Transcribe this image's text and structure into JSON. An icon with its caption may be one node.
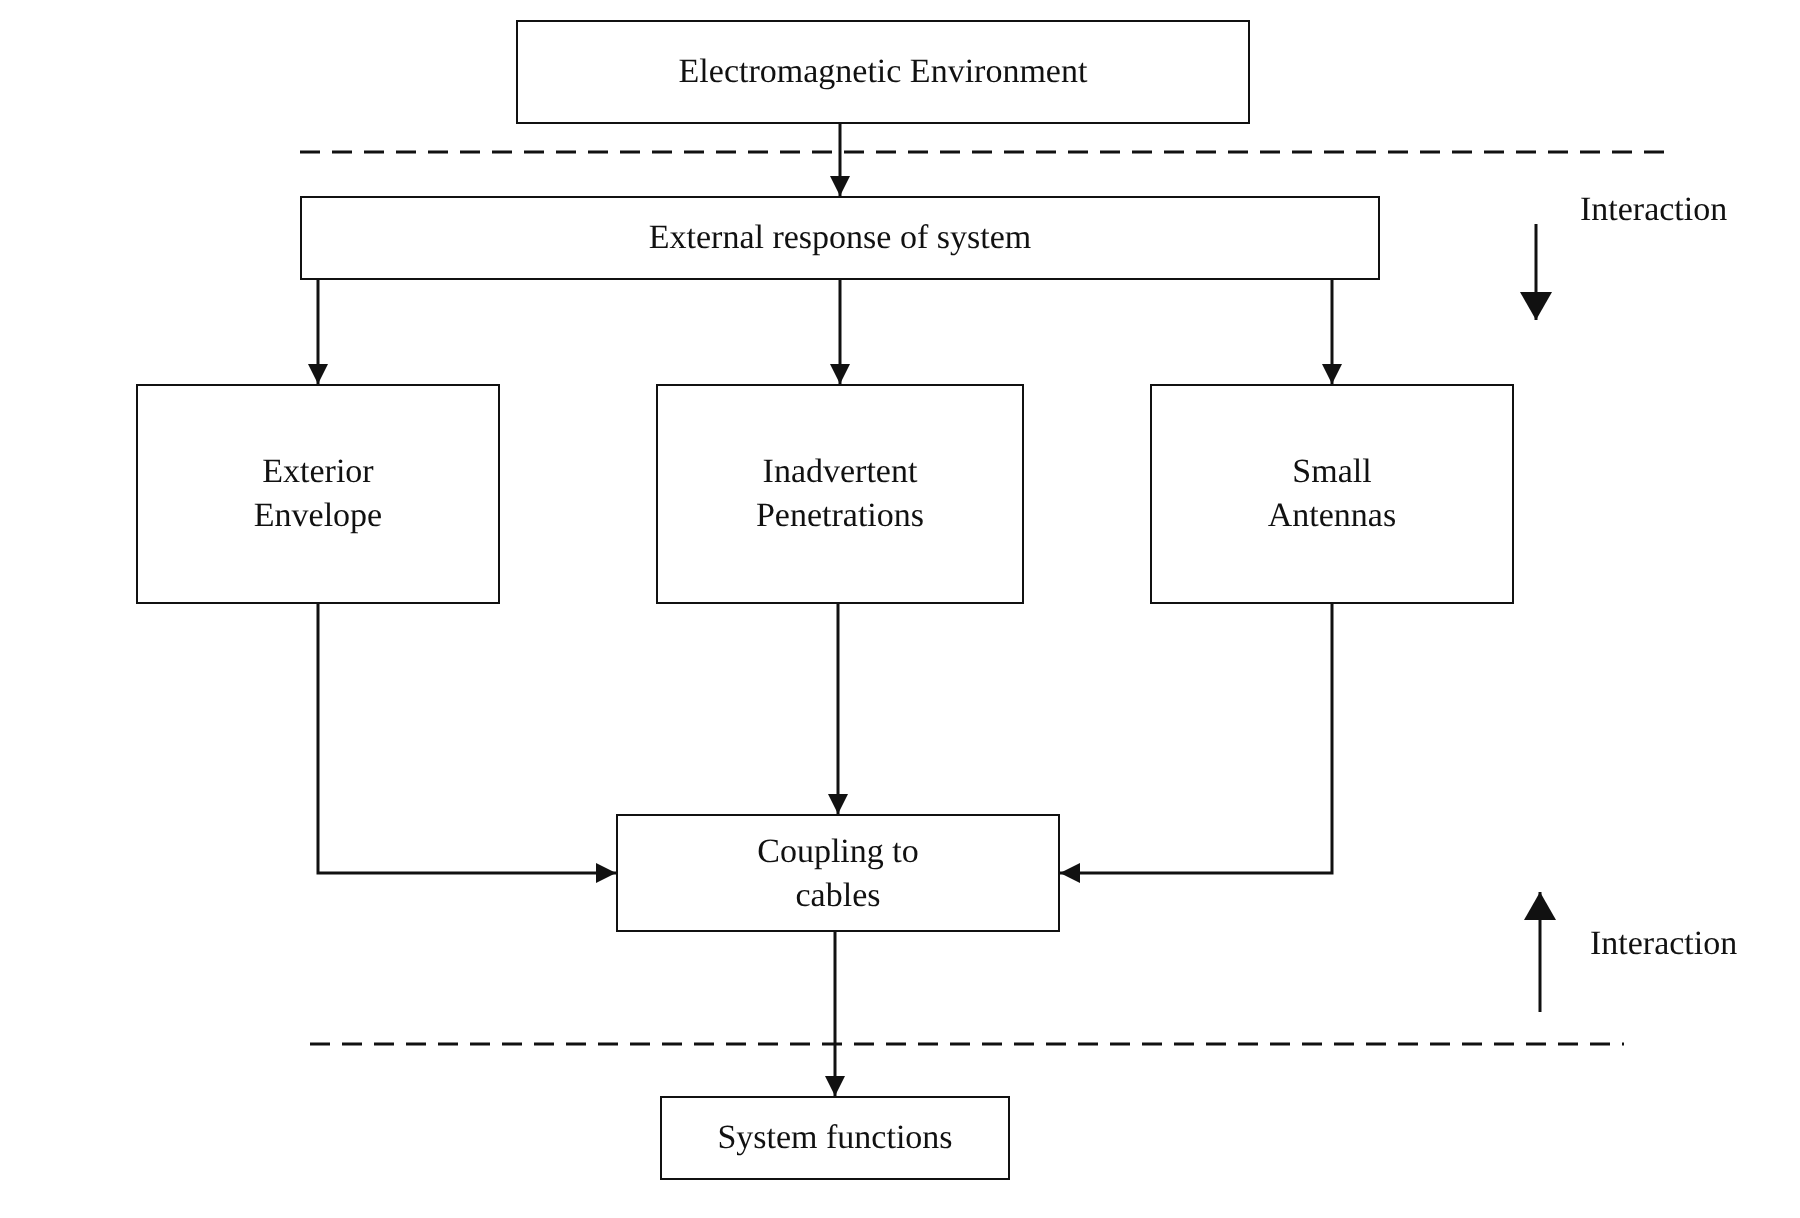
{
  "diagram": {
    "nodes": [
      {
        "text": [
          "Electromagnetic Environment"
        ]
      },
      {
        "text": [
          "External response of system"
        ]
      },
      {
        "text": [
          "Exterior Envelope"
        ]
      },
      {
        "text": [
          "Inadvertent Penetrations"
        ]
      },
      {
        "text": [
          "Small Antennas"
        ]
      },
      {
        "text": [
          "Coupling to cables"
        ]
      },
      {
        "text": [
          "System functions"
        ]
      }
    ],
    "edges": [
      {
        "from": 0,
        "to": 1,
        "arrow": "to"
      },
      {
        "from": 1,
        "to": 2,
        "arrow": "to"
      },
      {
        "from": 1,
        "to": 3,
        "arrow": "to"
      },
      {
        "from": 1,
        "to": 4,
        "arrow": "to"
      },
      {
        "from": 2,
        "to": 5,
        "arrow": "to"
      },
      {
        "from": 3,
        "to": 5,
        "arrow": "to"
      },
      {
        "from": 4,
        "to": 5,
        "arrow": "to"
      },
      {
        "from": 5,
        "to": 6,
        "arrow": "to"
      }
    ],
    "labels": [
      "Interaction",
      "Interaction"
    ]
  }
}
